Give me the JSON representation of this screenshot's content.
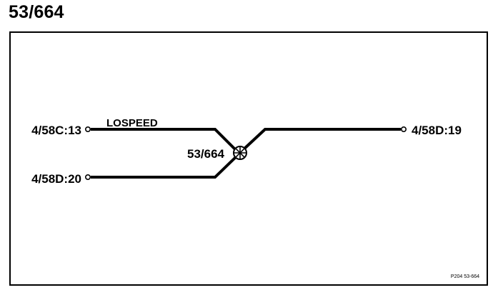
{
  "page": {
    "title": "53/664"
  },
  "diagram": {
    "connectors": {
      "left_top": "4/58C:13",
      "left_bottom": "4/58D:20",
      "right": "4/58D:19"
    },
    "wire_label": "LOSPEED",
    "splice_label": "53/664",
    "reference": "P204  53-664",
    "colors": {
      "line": "#000000",
      "background": "#ffffff"
    }
  }
}
